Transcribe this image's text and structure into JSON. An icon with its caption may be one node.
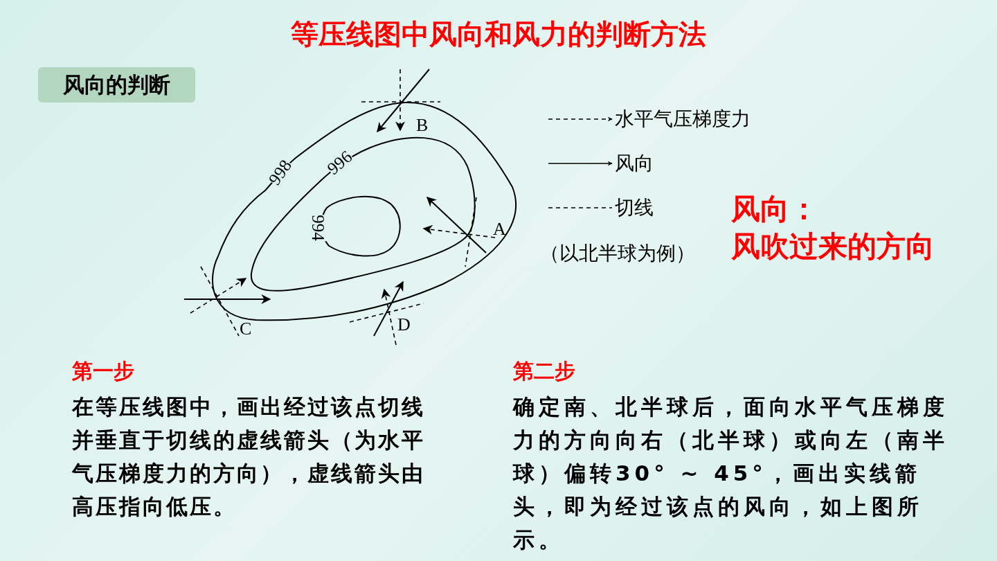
{
  "diagram": {
    "title": "等压线图中风向和风力的判断方法",
    "nodes": [
      {
        "text": [
          "风向的判断"
        ]
      }
    ],
    "labels": [
      "B",
      "998",
      "996",
      "994",
      "A",
      "C",
      "D",
      "（以北半球为例）",
      "风向：",
      "风吹过来的方向",
      "第一步",
      "在等压线图中，画出经过该点切线并垂直于切线的虚线箭头（为水平气压梯度力的方向），虚线箭头由高压指向低压。",
      "第二步",
      "确定南、北半球后，面向水平气压梯度力的方向向右（北半球）或向左（南半球）偏转**30° ~ 45°**，画出实线箭头，即为经过该点的风向，如上图所示。"
    ],
    "legend": [
      {
        "text": "水平气压梯度力"
      },
      {
        "text": "风向"
      },
      {
        "text": "切线"
      }
    ]
  }
}
